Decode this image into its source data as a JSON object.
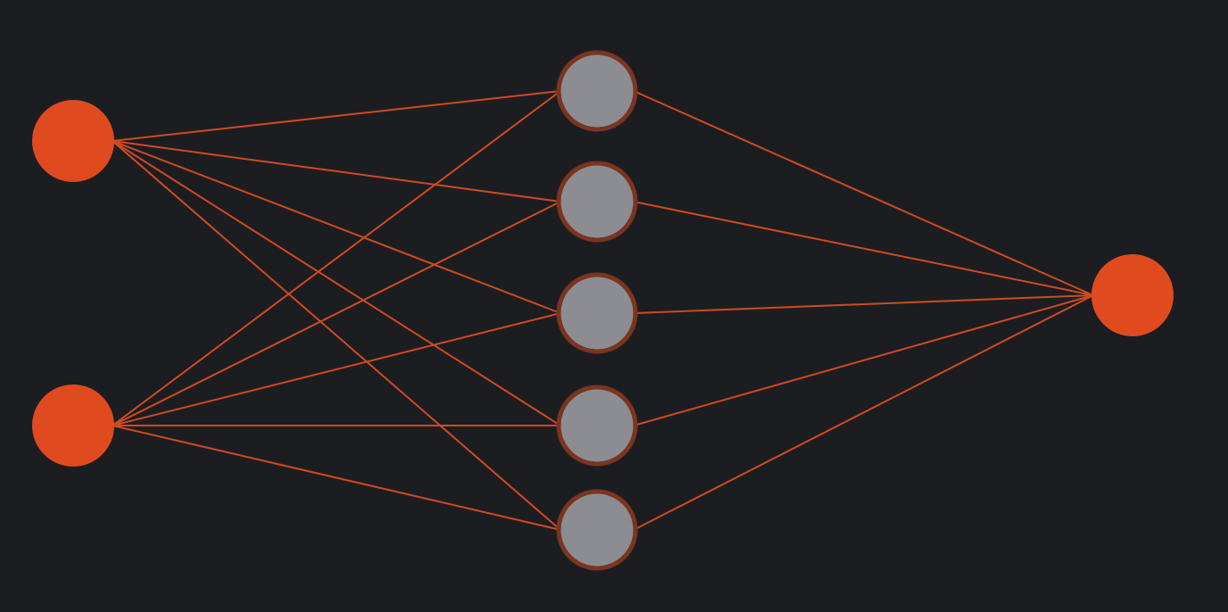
{
  "diagram": {
    "type": "neural-network",
    "layers": [
      {
        "name": "input",
        "node_count": 2
      },
      {
        "name": "hidden",
        "node_count": 5
      },
      {
        "name": "output",
        "node_count": 1
      }
    ],
    "connectivity": "fully-connected",
    "colors": {
      "background": "#1c1d21",
      "input_node": "#e04a1f",
      "output_node": "#e04a1f",
      "hidden_node_fill": "#8c8d92",
      "hidden_node_border": "#7a3520",
      "edge": "#cf4a22"
    }
  }
}
